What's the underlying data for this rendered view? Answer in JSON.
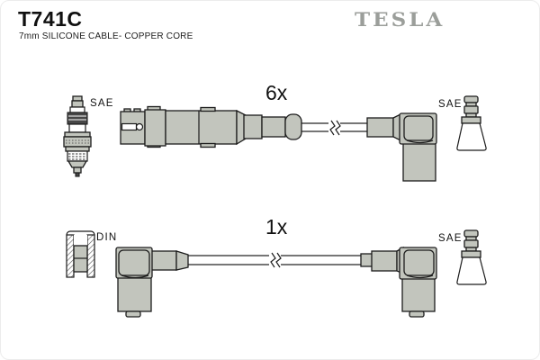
{
  "header": {
    "part_number": "T741C",
    "subtitle": "7mm SILICONE CABLE- COPPER CORE",
    "brand": "TESLA"
  },
  "diagram": {
    "top_cable": {
      "quantity_label": "6x",
      "left_terminal_label": "SAE",
      "left_icon": "spark-plug",
      "right_terminal_label": "SAE",
      "right_icon": "sae-terminal"
    },
    "bottom_cable": {
      "quantity_label": "1x",
      "left_terminal_label": "DIN",
      "left_icon": "din-socket-cross-section",
      "right_terminal_label": "SAE",
      "right_icon": "sae-terminal"
    }
  },
  "colors": {
    "background": "#ffffff",
    "part_fill": "#c2c5bd",
    "outline": "#1c1c1c",
    "logo_gray": "#9b9e9a"
  }
}
